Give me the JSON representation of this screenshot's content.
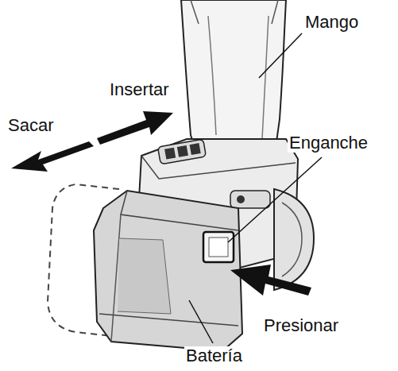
{
  "diagram": {
    "labels": [
      "Mango",
      "Insertar",
      "Sacar",
      "Enganche",
      "Presionar",
      "Batería"
    ]
  }
}
